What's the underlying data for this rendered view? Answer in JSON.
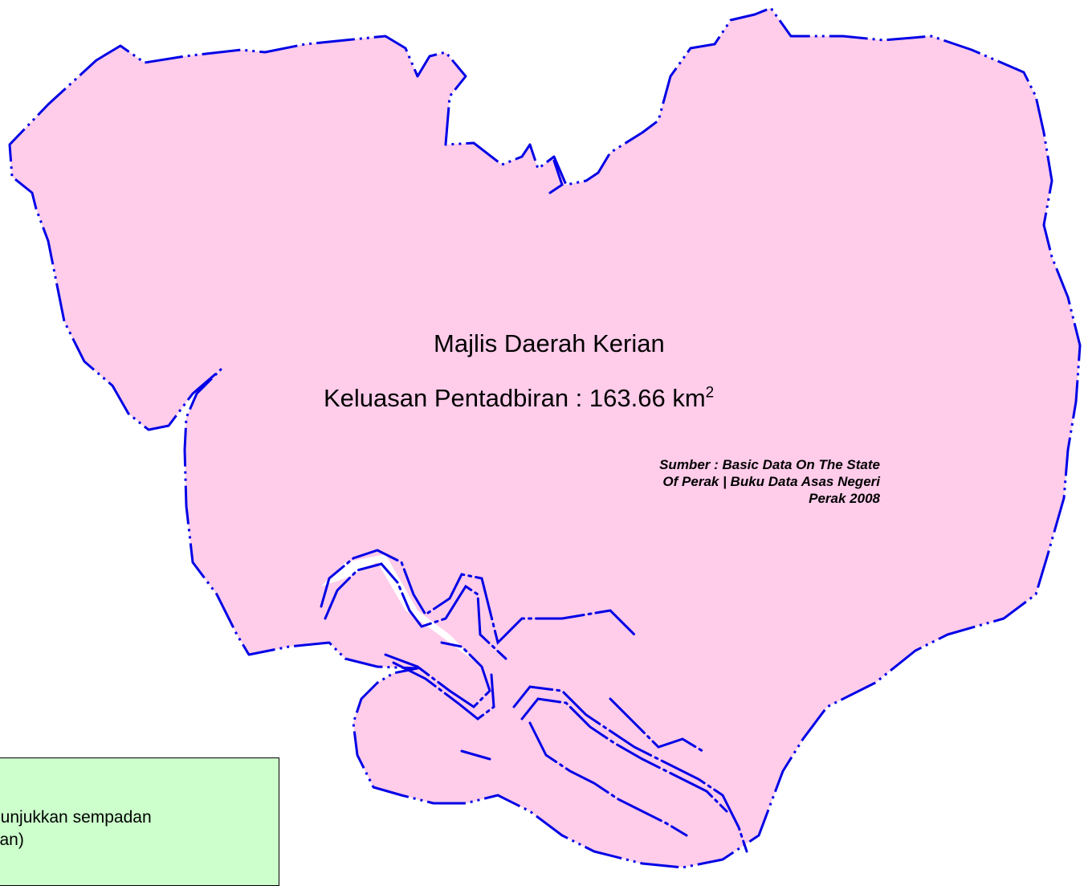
{
  "map": {
    "name": "Majlis Daerah Kerian",
    "area_label": "Keluasan Pentadbiran : 163.66 km",
    "area_unit_superscript": "2",
    "source_line1": "Sumber : Basic Data On The State",
    "source_line2": "Of Perak  | Buku Data Asas Negeri",
    "source_line3": "Perak 2008"
  },
  "legend": {
    "line1": "nunjukkan sempadan",
    "line2": "san)"
  },
  "colors": {
    "region_fill": "#ffccea",
    "boundary_stroke": "#0000e6",
    "legend_bg": "#ccffcc"
  }
}
